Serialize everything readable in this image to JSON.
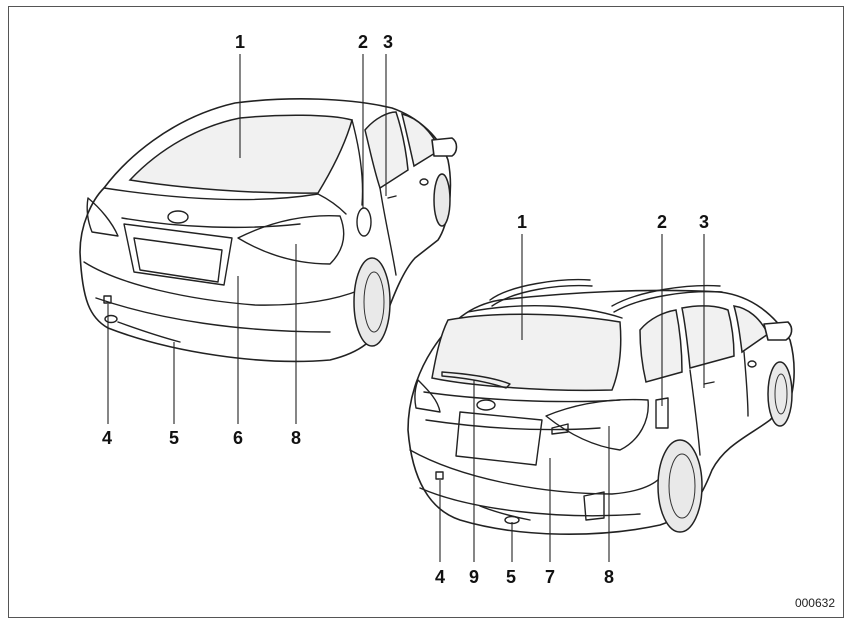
{
  "figure_id": "000632",
  "sedan_callouts": [
    "1",
    "2",
    "3",
    "4",
    "5",
    "6",
    "8"
  ],
  "wagon_callouts": [
    "1",
    "2",
    "3",
    "4",
    "9",
    "5",
    "7",
    "8"
  ]
}
